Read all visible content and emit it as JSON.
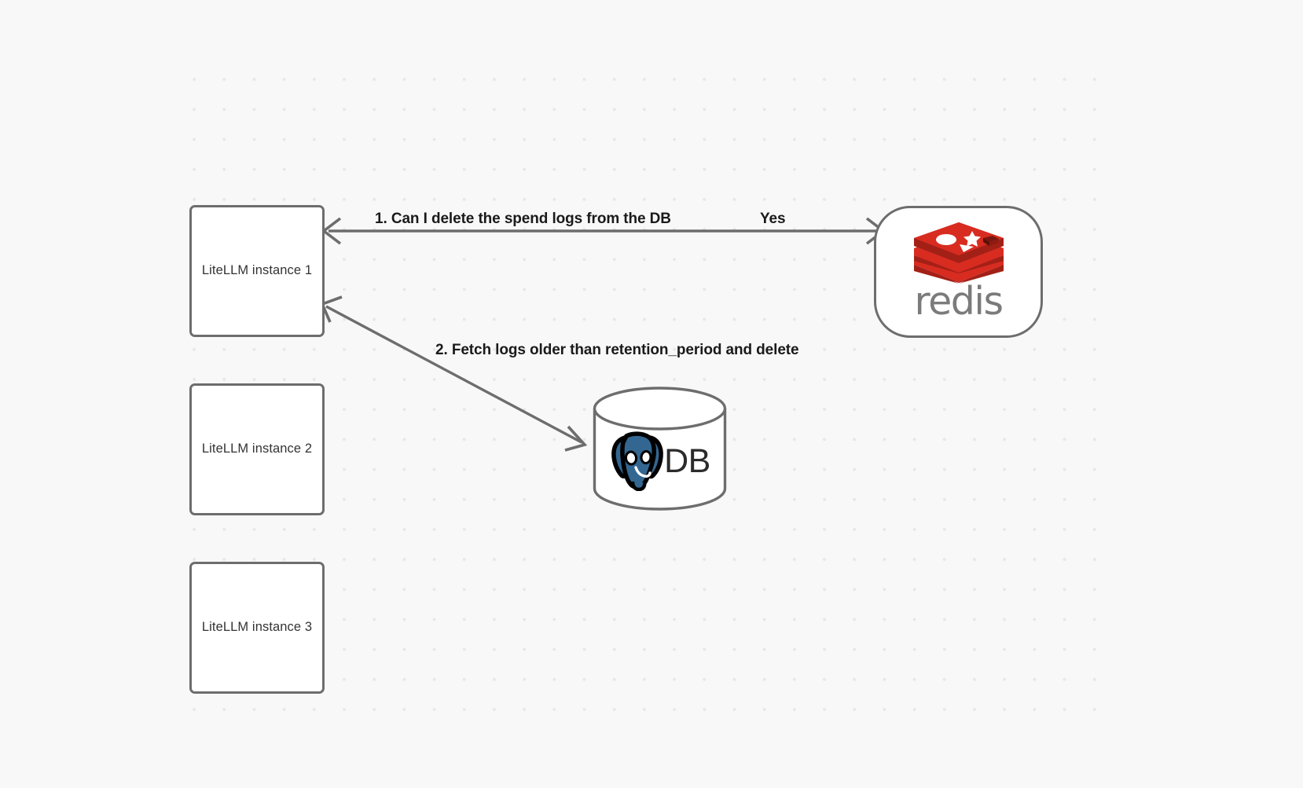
{
  "diagram": {
    "title": "LiteLLM spend log cleanup flow",
    "background_color": "#f8f8f9",
    "dot_grid_color": "#e7e7ea",
    "node_border_color": "#6d6d6d",
    "edge_color": "#6d6d6d",
    "nodes": [
      {
        "id": "litellm-1",
        "label": "LiteLLM instance 1",
        "shape": "rounded-rect"
      },
      {
        "id": "litellm-2",
        "label": "LiteLLM instance 2",
        "shape": "rounded-rect"
      },
      {
        "id": "litellm-3",
        "label": "LiteLLM instance 3",
        "shape": "rounded-rect"
      },
      {
        "id": "redis",
        "label": "redis",
        "shape": "stadium",
        "icon": "redis-logo-icon",
        "brand_color": "#d82c20"
      },
      {
        "id": "db",
        "label": "DB",
        "shape": "cylinder",
        "icon": "postgresql-elephant-icon",
        "brand_color": "#336791"
      }
    ],
    "edges": [
      {
        "id": "edge-1",
        "from": "redis",
        "to": "litellm-1",
        "label": "1.  Can I delete the spend logs from the DB",
        "secondary_label": "Yes",
        "direction": "bidirectional"
      },
      {
        "id": "edge-2",
        "from": "litellm-1",
        "to": "db",
        "label": "2.  Fetch logs older than retention_period and delete",
        "direction": "bidirectional"
      }
    ]
  },
  "labels": {
    "litellm_1": "LiteLLM instance 1",
    "litellm_2": "LiteLLM instance 2",
    "litellm_3": "LiteLLM instance 3",
    "redis_wordmark": "redis",
    "db_text": "DB",
    "edge_1": "1.  Can I delete the spend logs from the DB",
    "edge_yes": "Yes",
    "edge_2": "2.  Fetch logs older than retention_period and delete"
  }
}
